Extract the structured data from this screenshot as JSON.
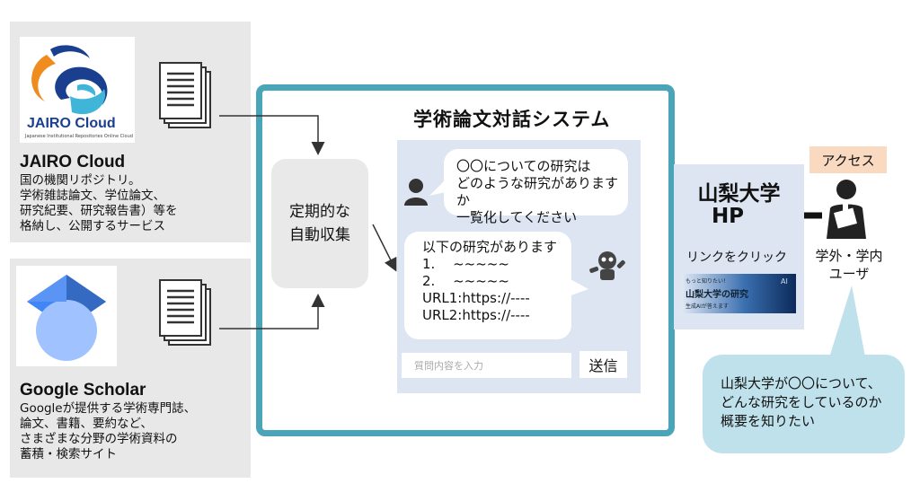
{
  "sources": [
    {
      "name": "JAIRO Cloud",
      "logo_text": "JAIRO Cloud",
      "logo_subtext": "Japanese Institutional Repositories Online Cloud",
      "description": "国の機関リポジトリ。\n学術雑誌論文、学位論文、\n研究紀要、研究報告書）等を\n格納し、公開するサービス"
    },
    {
      "name": "Google Scholar",
      "description": "Googleが提供する学術専門誌、\n論文、書籍、要約など、\n さまざまな分野の学術資料の\n蓄積・検索サイト"
    }
  ],
  "collect_label": "定期的な\n自動収集",
  "system": {
    "title": "学術論文対話システム",
    "user_message": "〇〇についての研究は\nどのような研究がありますか\n一覧化してください",
    "bot_message": "以下の研究があります\n1.　 ~~~~~\n2.　 ~~~~~\nURL1:https://----\nURL2:https://----",
    "input_placeholder": "質問内容を入力",
    "send_label": "送信"
  },
  "university": {
    "title": "山梨大学",
    "subtitle": "HP",
    "link_label": "リンクをクリック",
    "banner_line1": "もっと知りたい！",
    "banner_line2": "山梨大学の研究",
    "banner_line3": "生成AIが答えます",
    "banner_ai": "AI"
  },
  "access_label": "アクセス",
  "user_label": "学外・学内\nユーザ",
  "thought_text": "山梨大学が〇〇について、\nどんな研究をしているのか\n概要を知りたい",
  "colors": {
    "frame": "#4aa5b8",
    "chat_bg": "#dce5f1",
    "access_bg": "#f9d9bf",
    "thought_bg": "#bfe1ec",
    "gray_panel": "#e8e8e8"
  }
}
